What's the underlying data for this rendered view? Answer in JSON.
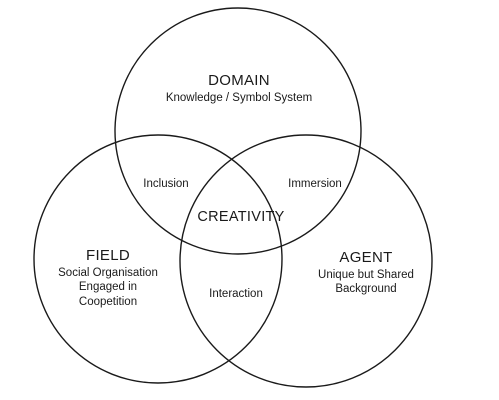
{
  "circles": {
    "domain": {
      "title": "DOMAIN",
      "lines": [
        "Knowledge / Symbol System"
      ]
    },
    "field": {
      "title": "FIELD",
      "lines": [
        "Social Organisation",
        "Engaged in",
        "Coopetition"
      ]
    },
    "agent": {
      "title": "AGENT",
      "lines": [
        "Unique but Shared",
        "Background"
      ]
    }
  },
  "overlaps": {
    "domain_field": "Inclusion",
    "domain_agent": "Immersion",
    "field_agent": "Interaction",
    "center": "CREATIVITY"
  }
}
